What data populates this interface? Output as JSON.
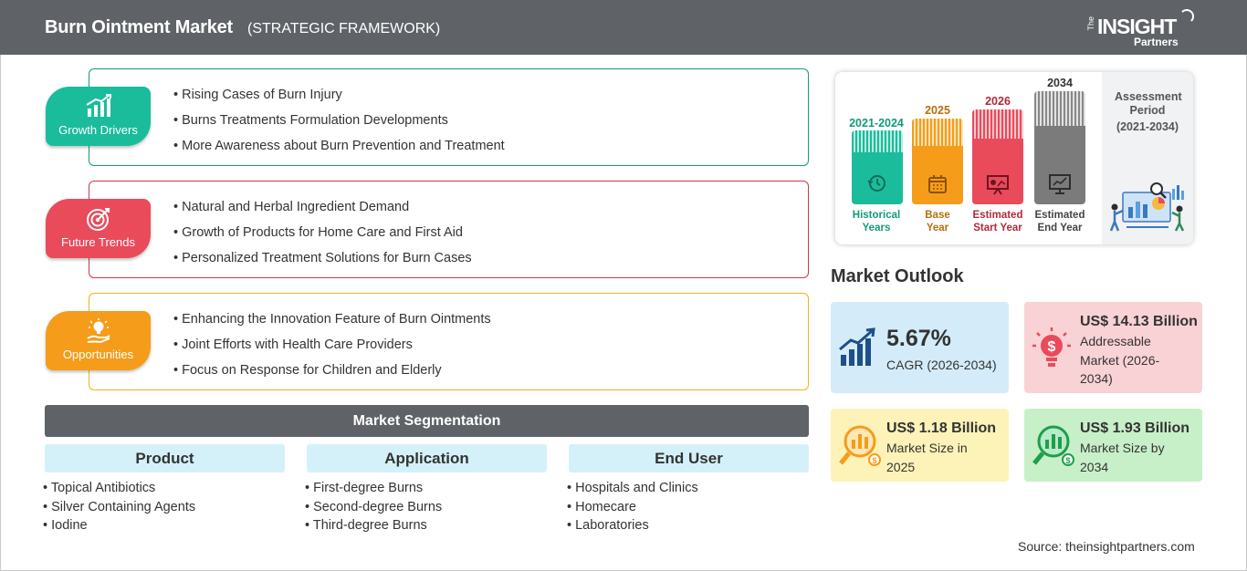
{
  "header": {
    "title": "Burn Ointment Market",
    "subtitle": "(STRATEGIC FRAMEWORK)",
    "logo": {
      "the": "The",
      "insight": "INSIGHT",
      "partners": "Partners"
    }
  },
  "framework": [
    {
      "label": "Growth Drivers",
      "icon": "bar-chart-growth-icon",
      "color": "#1abc9c",
      "border": "#129a7c",
      "items": [
        "Rising Cases of Burn Injury",
        "Burns Treatments Formulation Developments",
        "More Awareness about Burn Prevention and Treatment"
      ]
    },
    {
      "label": "Future Trends",
      "icon": "target-icon",
      "color": "#e94b5b",
      "border": "#c73a4a",
      "items": [
        "Natural and Herbal Ingredient Demand",
        "Growth of Products for Home Care and First Aid",
        "Personalized Treatment Solutions for Burn Cases"
      ]
    },
    {
      "label": "Opportunities",
      "icon": "lightbulb-hand-icon",
      "color": "#f59c1a",
      "border": "#f2b21c",
      "items": [
        "Enhancing the Innovation Feature of Burn Ointments",
        "Joint Efforts with Health Care Providers",
        "Focus on Response for Children and Elderly"
      ]
    }
  ],
  "segmentation": {
    "title": "Market Segmentation",
    "columns": [
      {
        "header": "Product",
        "items": [
          "Topical Antibiotics",
          "Silver Containing Agents",
          "Iodine"
        ]
      },
      {
        "header": "Application",
        "items": [
          "First-degree Burns",
          "Second-degree Burns",
          "Third-degree Burns"
        ]
      },
      {
        "header": "End User",
        "items": [
          "Hospitals and Clinics",
          "Homecare",
          "Laboratories"
        ]
      }
    ]
  },
  "timeline": {
    "assessment_label": "Assessment Period",
    "assessment_range": "(2021-2034)",
    "bars": [
      {
        "year": "2021-2024",
        "label_1": "Historical",
        "label_2": "Years",
        "color": "#1abc9c",
        "label_color": "#129a7c",
        "icon": "history-icon"
      },
      {
        "year": "2025",
        "label_1": "Base",
        "label_2": "Year",
        "color": "#f59c1a",
        "label_color": "#b86e0b",
        "icon": "calendar-icon"
      },
      {
        "year": "2026",
        "label_1": "Estimated",
        "label_2": "Start Year",
        "color": "#e94b5b",
        "label_color": "#b02a3a",
        "icon": "presentation-icon"
      },
      {
        "year": "2034",
        "label_1": "Estimated",
        "label_2": "End Year",
        "color": "#777777",
        "label_color": "#444444",
        "icon": "monitor-chart-icon"
      }
    ]
  },
  "outlook": {
    "title": "Market Outlook",
    "cagr": {
      "value": "5.67%",
      "desc": "CAGR (2026-2034)",
      "bg": "#d4ecf9",
      "icon": "growth-chart-icon"
    },
    "addressable": {
      "value": "US$ 14.13 Billion",
      "desc": "Addressable Market (2026-2034)",
      "bg": "#f9d2d6",
      "icon": "dollar-bulb-icon"
    },
    "size_2025": {
      "value": "US$ 1.18 Billion",
      "desc": "Market Size in 2025",
      "bg": "#fdf3b8",
      "icon": "magnifier-chart-icon"
    },
    "size_2034": {
      "value": "US$ 1.93 Billion",
      "desc": "Market Size by 2034",
      "bg": "#c8f0c8",
      "icon": "magnifier-chart-icon"
    }
  },
  "source": "Source: theinsightpartners.com"
}
